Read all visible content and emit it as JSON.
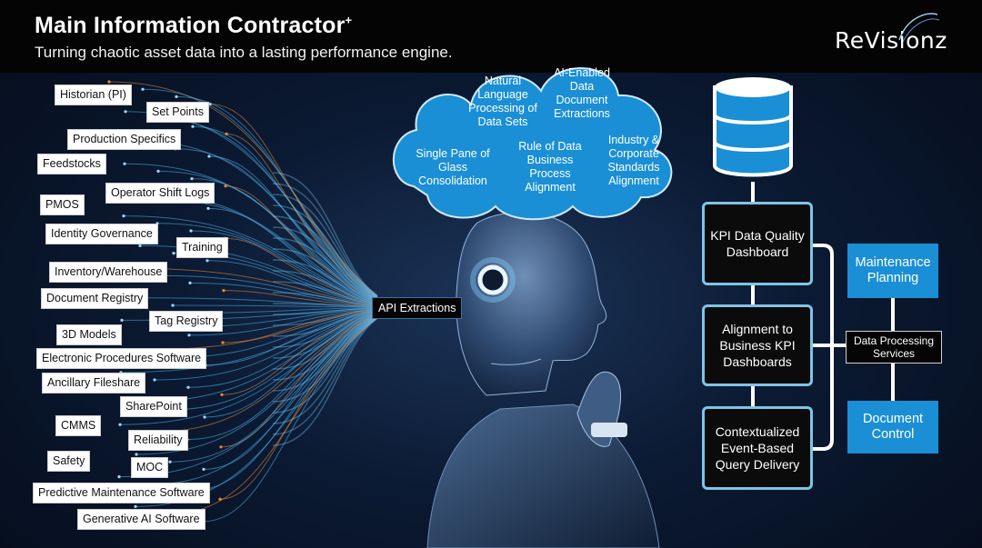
{
  "header": {
    "title": "Main Information Contractor",
    "title_mark": "+",
    "subtitle": "Turning chaotic asset data into a lasting performance engine.",
    "logo": "ReVisionz"
  },
  "sources": [
    "Historian (PI)",
    "Set Points",
    "Production Specifics",
    "Feedstocks",
    "Operator Shift Logs",
    "PMOS",
    "Identity Governance",
    "Training",
    "Inventory/Warehouse",
    "Document Registry",
    "Tag Registry",
    "3D Models",
    "Electronic Procedures Software",
    "Ancillary Fileshare",
    "SharePoint",
    "CMMS",
    "Reliability",
    "Safety",
    "MOC",
    "Predictive Maintenance Software",
    "Generative AI Software"
  ],
  "api_label": "API Extractions",
  "cloud": {
    "items": [
      "Natural Language Processing of Data Sets",
      "AI-Enabled Data Document Extractions",
      "Single Pane of Glass Consolidation",
      "Rule of Data Business Process Alignment",
      "Industry & Corporate Standards Alignment"
    ]
  },
  "kpi_boxes": [
    "KPI Data Quality Dashboard",
    "Alignment to Business KPI Dashboards",
    "Contextualized Event-Based Query Delivery"
  ],
  "outputs": {
    "maintenance": "Maintenance Planning",
    "processing": "Data Processing Services",
    "document": "Document Control"
  },
  "colors": {
    "cloud_blue": "#1a8fd6",
    "box_border": "#7fc4e6",
    "wire_blue": "#4fb3ea",
    "wire_orange": "#e98a3a"
  }
}
